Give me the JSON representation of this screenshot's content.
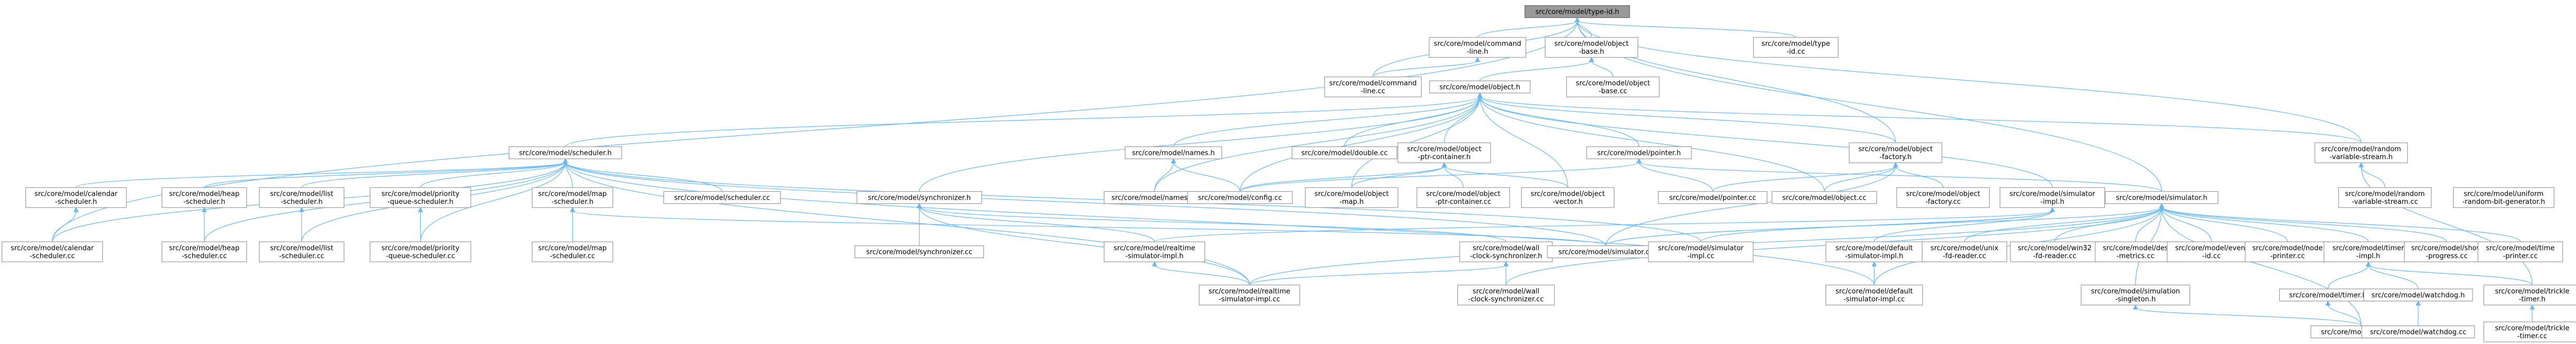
{
  "graph": {
    "colors": {
      "edge": "#63b8ff",
      "node_border": "#999999",
      "root_fill": "#999999",
      "node_fill": "#ffffff"
    },
    "nodes": [
      {
        "id": "type-id-h",
        "lines": [
          "src/core/model/type-id.h"
        ],
        "root": true
      },
      {
        "id": "command-line-h",
        "lines": [
          "src/core/model/command",
          "-line.h"
        ]
      },
      {
        "id": "object-base-h",
        "lines": [
          "src/core/model/object",
          "-base.h"
        ]
      },
      {
        "id": "type-id-cc",
        "lines": [
          "src/core/model/type",
          "-id.cc"
        ]
      },
      {
        "id": "command-line-cc",
        "lines": [
          "src/core/model/command",
          "-line.cc"
        ]
      },
      {
        "id": "object-h",
        "lines": [
          "src/core/model/object.h"
        ]
      },
      {
        "id": "object-base-cc",
        "lines": [
          "src/core/model/object",
          "-base.cc"
        ]
      },
      {
        "id": "scheduler-h",
        "lines": [
          "src/core/model/scheduler.h"
        ]
      },
      {
        "id": "names-h",
        "lines": [
          "src/core/model/names.h"
        ]
      },
      {
        "id": "double-cc",
        "lines": [
          "src/core/model/double.cc"
        ]
      },
      {
        "id": "object-ptr-container-h",
        "lines": [
          "src/core/model/object",
          "-ptr-container.h"
        ]
      },
      {
        "id": "pointer-h",
        "lines": [
          "src/core/model/pointer.h"
        ]
      },
      {
        "id": "object-factory-h",
        "lines": [
          "src/core/model/object",
          "-factory.h"
        ]
      },
      {
        "id": "random-variable-stream-h",
        "lines": [
          "src/core/model/random",
          "-variable-stream.h"
        ]
      },
      {
        "id": "calendar-scheduler-h",
        "lines": [
          "src/core/model/calendar",
          "-scheduler.h"
        ]
      },
      {
        "id": "heap-scheduler-h",
        "lines": [
          "src/core/model/heap",
          "-scheduler.h"
        ]
      },
      {
        "id": "list-scheduler-h",
        "lines": [
          "src/core/model/list",
          "-scheduler.h"
        ]
      },
      {
        "id": "priority-queue-scheduler-h",
        "lines": [
          "src/core/model/priority",
          "-queue-scheduler.h"
        ]
      },
      {
        "id": "map-scheduler-h",
        "lines": [
          "src/core/model/map",
          "-scheduler.h"
        ]
      },
      {
        "id": "scheduler-cc",
        "lines": [
          "src/core/model/scheduler.cc"
        ]
      },
      {
        "id": "synchronizer-h",
        "lines": [
          "src/core/model/synchronizer.h"
        ]
      },
      {
        "id": "names-cc",
        "lines": [
          "src/core/model/names.cc"
        ]
      },
      {
        "id": "config-cc",
        "lines": [
          "src/core/model/config.cc"
        ]
      },
      {
        "id": "object-map-h",
        "lines": [
          "src/core/model/object",
          "-map.h"
        ]
      },
      {
        "id": "object-ptr-container-cc",
        "lines": [
          "src/core/model/object",
          "-ptr-container.cc"
        ]
      },
      {
        "id": "object-vector-h",
        "lines": [
          "src/core/model/object",
          "-vector.h"
        ]
      },
      {
        "id": "pointer-cc",
        "lines": [
          "src/core/model/pointer.cc"
        ]
      },
      {
        "id": "object-cc",
        "lines": [
          "src/core/model/object.cc"
        ]
      },
      {
        "id": "object-factory-cc",
        "lines": [
          "src/core/model/object",
          "-factory.cc"
        ]
      },
      {
        "id": "simulator-impl-h",
        "lines": [
          "src/core/model/simulator",
          "-impl.h"
        ]
      },
      {
        "id": "simulator-h",
        "lines": [
          "src/core/model/simulator.h"
        ]
      },
      {
        "id": "random-variable-stream-cc",
        "lines": [
          "src/core/model/random",
          "-variable-stream.cc"
        ]
      },
      {
        "id": "uniform-random-bit-generator-h",
        "lines": [
          "src/core/model/uniform",
          "-random-bit-generator.h"
        ]
      },
      {
        "id": "calendar-scheduler-cc",
        "lines": [
          "src/core/model/calendar",
          "-scheduler.cc"
        ]
      },
      {
        "id": "heap-scheduler-cc",
        "lines": [
          "src/core/model/heap",
          "-scheduler.cc"
        ]
      },
      {
        "id": "list-scheduler-cc",
        "lines": [
          "src/core/model/list",
          "-scheduler.cc"
        ]
      },
      {
        "id": "priority-queue-scheduler-cc",
        "lines": [
          "src/core/model/priority",
          "-queue-scheduler.cc"
        ]
      },
      {
        "id": "map-scheduler-cc",
        "lines": [
          "src/core/model/map",
          "-scheduler.cc"
        ]
      },
      {
        "id": "synchronizer-cc",
        "lines": [
          "src/core/model/synchronizer.cc"
        ]
      },
      {
        "id": "realtime-simulator-impl-h",
        "lines": [
          "src/core/model/realtime",
          "-simulator-impl.h"
        ]
      },
      {
        "id": "wall-clock-synchronizer-h",
        "lines": [
          "src/core/model/wall",
          "-clock-synchronizer.h"
        ]
      },
      {
        "id": "simulator-cc",
        "lines": [
          "src/core/model/simulator.cc"
        ]
      },
      {
        "id": "simulator-impl-cc",
        "lines": [
          "src/core/model/simulator",
          "-impl.cc"
        ]
      },
      {
        "id": "default-simulator-impl-h",
        "lines": [
          "src/core/model/default",
          "-simulator-impl.h"
        ]
      },
      {
        "id": "unix-fd-reader-cc",
        "lines": [
          "src/core/model/unix",
          "-fd-reader.cc"
        ]
      },
      {
        "id": "win32-fd-reader-cc",
        "lines": [
          "src/core/model/win32",
          "-fd-reader.cc"
        ]
      },
      {
        "id": "des-metrics-cc",
        "lines": [
          "src/core/model/des",
          "-metrics.cc"
        ]
      },
      {
        "id": "event-id-cc",
        "lines": [
          "src/core/model/event",
          "-id.cc"
        ]
      },
      {
        "id": "node-printer-cc",
        "lines": [
          "src/core/model/node",
          "-printer.cc"
        ]
      },
      {
        "id": "timer-impl-h",
        "lines": [
          "src/core/model/timer",
          "-impl.h"
        ]
      },
      {
        "id": "show-progress-cc",
        "lines": [
          "src/core/model/show",
          "-progress.cc"
        ]
      },
      {
        "id": "time-printer-cc",
        "lines": [
          "src/core/model/time",
          "-printer.cc"
        ]
      },
      {
        "id": "realtime-simulator-impl-cc",
        "lines": [
          "src/core/model/realtime",
          "-simulator-impl.cc"
        ]
      },
      {
        "id": "wall-clock-synchronizer-cc",
        "lines": [
          "src/core/model/wall",
          "-clock-synchronizer.cc"
        ]
      },
      {
        "id": "default-simulator-impl-cc",
        "lines": [
          "src/core/model/default",
          "-simulator-impl.cc"
        ]
      },
      {
        "id": "simulation-singleton-h",
        "lines": [
          "src/core/model/simulation",
          "-singleton.h"
        ]
      },
      {
        "id": "timer-h",
        "lines": [
          "src/core/model/timer.h"
        ]
      },
      {
        "id": "watchdog-h",
        "lines": [
          "src/core/model/watchdog.h"
        ]
      },
      {
        "id": "trickle-timer-h",
        "lines": [
          "src/core/model/trickle",
          "-timer.h"
        ]
      },
      {
        "id": "timer-cc",
        "lines": [
          "src/core/model/timer.cc"
        ]
      },
      {
        "id": "watchdog-cc",
        "lines": [
          "src/core/model/watchdog.cc"
        ]
      },
      {
        "id": "trickle-timer-cc",
        "lines": [
          "src/core/model/trickle",
          "-timer.cc"
        ]
      }
    ],
    "edges": [
      [
        "type-id-h",
        "command-line-h"
      ],
      [
        "type-id-h",
        "object-base-h"
      ],
      [
        "type-id-h",
        "type-id-cc"
      ],
      [
        "type-id-h",
        "command-line-cc"
      ],
      [
        "type-id-h",
        "object-factory-h"
      ],
      [
        "type-id-h",
        "random-variable-stream-h"
      ],
      [
        "type-id-h",
        "calendar-scheduler-cc"
      ],
      [
        "type-id-h",
        "simulator-h"
      ],
      [
        "command-line-h",
        "command-line-cc"
      ],
      [
        "object-base-h",
        "object-h"
      ],
      [
        "object-base-h",
        "object-base-cc"
      ],
      [
        "object-h",
        "scheduler-h"
      ],
      [
        "object-h",
        "names-h"
      ],
      [
        "object-h",
        "double-cc"
      ],
      [
        "object-h",
        "object-ptr-container-h"
      ],
      [
        "object-h",
        "pointer-h"
      ],
      [
        "object-h",
        "object-factory-h"
      ],
      [
        "object-h",
        "random-variable-stream-h"
      ],
      [
        "object-h",
        "synchronizer-h"
      ],
      [
        "object-h",
        "config-cc"
      ],
      [
        "object-h",
        "names-cc"
      ],
      [
        "object-h",
        "object-cc"
      ],
      [
        "object-h",
        "simulator-impl-h"
      ],
      [
        "object-h",
        "object-map-h"
      ],
      [
        "object-h",
        "object-vector-h"
      ],
      [
        "scheduler-h",
        "calendar-scheduler-h"
      ],
      [
        "scheduler-h",
        "heap-scheduler-h"
      ],
      [
        "scheduler-h",
        "list-scheduler-h"
      ],
      [
        "scheduler-h",
        "priority-queue-scheduler-h"
      ],
      [
        "scheduler-h",
        "map-scheduler-h"
      ],
      [
        "scheduler-h",
        "scheduler-cc"
      ],
      [
        "scheduler-h",
        "calendar-scheduler-cc"
      ],
      [
        "scheduler-h",
        "heap-scheduler-cc"
      ],
      [
        "scheduler-h",
        "list-scheduler-cc"
      ],
      [
        "scheduler-h",
        "priority-queue-scheduler-cc"
      ],
      [
        "scheduler-h",
        "simulator-cc"
      ],
      [
        "scheduler-h",
        "realtime-simulator-impl-cc"
      ],
      [
        "scheduler-h",
        "default-simulator-impl-cc"
      ],
      [
        "scheduler-h",
        "simulator-impl-cc"
      ],
      [
        "calendar-scheduler-h",
        "calendar-scheduler-cc"
      ],
      [
        "heap-scheduler-h",
        "heap-scheduler-cc"
      ],
      [
        "list-scheduler-h",
        "list-scheduler-cc"
      ],
      [
        "priority-queue-scheduler-h",
        "priority-queue-scheduler-cc"
      ],
      [
        "map-scheduler-h",
        "map-scheduler-cc"
      ],
      [
        "map-scheduler-h",
        "simulator-cc"
      ],
      [
        "names-h",
        "names-cc"
      ],
      [
        "names-h",
        "config-cc"
      ],
      [
        "object-ptr-container-h",
        "object-map-h"
      ],
      [
        "object-ptr-container-h",
        "object-ptr-container-cc"
      ],
      [
        "object-ptr-container-h",
        "object-vector-h"
      ],
      [
        "object-ptr-container-h",
        "config-cc"
      ],
      [
        "pointer-h",
        "pointer-cc"
      ],
      [
        "pointer-h",
        "config-cc"
      ],
      [
        "pointer-h",
        "simulator-h"
      ],
      [
        "object-factory-h",
        "object-factory-cc"
      ],
      [
        "object-factory-h",
        "pointer-cc"
      ],
      [
        "object-factory-h",
        "object-cc"
      ],
      [
        "object-factory-h",
        "simulator-cc"
      ],
      [
        "random-variable-stream-h",
        "random-variable-stream-cc"
      ],
      [
        "random-variable-stream-h",
        "trickle-timer-h"
      ],
      [
        "synchronizer-h",
        "synchronizer-cc"
      ],
      [
        "synchronizer-h",
        "realtime-simulator-impl-h"
      ],
      [
        "synchronizer-h",
        "wall-clock-synchronizer-h"
      ],
      [
        "synchronizer-h",
        "realtime-simulator-impl-cc"
      ],
      [
        "simulator-impl-h",
        "simulator-impl-cc"
      ],
      [
        "simulator-impl-h",
        "realtime-simulator-impl-h"
      ],
      [
        "simulator-impl-h",
        "default-simulator-impl-h"
      ],
      [
        "simulator-impl-h",
        "simulator-cc"
      ],
      [
        "simulator-h",
        "simulator-cc"
      ],
      [
        "simulator-h",
        "unix-fd-reader-cc"
      ],
      [
        "simulator-h",
        "win32-fd-reader-cc"
      ],
      [
        "simulator-h",
        "des-metrics-cc"
      ],
      [
        "simulator-h",
        "event-id-cc"
      ],
      [
        "simulator-h",
        "node-printer-cc"
      ],
      [
        "simulator-h",
        "timer-impl-h"
      ],
      [
        "simulator-h",
        "show-progress-cc"
      ],
      [
        "simulator-h",
        "time-printer-cc"
      ],
      [
        "simulator-h",
        "simulation-singleton-h"
      ],
      [
        "simulator-h",
        "timer-cc"
      ],
      [
        "simulator-h",
        "realtime-simulator-impl-cc"
      ],
      [
        "simulator-h",
        "default-simulator-impl-cc"
      ],
      [
        "simulator-h",
        "wall-clock-synchronizer-cc"
      ],
      [
        "realtime-simulator-impl-h",
        "realtime-simulator-impl-cc"
      ],
      [
        "wall-clock-synchronizer-h",
        "wall-clock-synchronizer-cc"
      ],
      [
        "wall-clock-synchronizer-h",
        "realtime-simulator-impl-cc"
      ],
      [
        "default-simulator-impl-h",
        "default-simulator-impl-cc"
      ],
      [
        "simulation-singleton-h",
        "timer-cc"
      ],
      [
        "timer-impl-h",
        "timer-h"
      ],
      [
        "timer-impl-h",
        "watchdog-h"
      ],
      [
        "timer-impl-h",
        "trickle-timer-h"
      ],
      [
        "timer-h",
        "timer-cc"
      ],
      [
        "watchdog-h",
        "watchdog-cc"
      ],
      [
        "trickle-timer-h",
        "trickle-timer-cc"
      ]
    ]
  }
}
